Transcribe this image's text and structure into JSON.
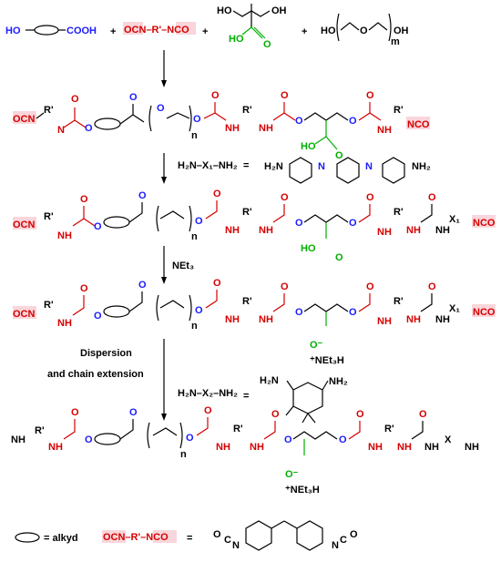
{
  "reactants": {
    "alkyd_acid": {
      "ho": "HO",
      "cooh": "COOH"
    },
    "plus_1": "+",
    "diisocyanate": {
      "text": "OCN–R'–NCO"
    },
    "plus_2": "+",
    "dmpa": {
      "ho_left": "HO",
      "oh_right": "OH",
      "acid": "HO",
      "acid_o": "O"
    },
    "plus_3": "+",
    "peg": {
      "ho": "HO",
      "oh": "OH",
      "m": "m",
      "o": "O"
    }
  },
  "step2": {
    "reagent": "H₂N–X₁–NH₂",
    "equals": "=",
    "product_amine": {
      "left": "H₂N",
      "right": "NH₂",
      "n": "N"
    }
  },
  "step3": {
    "reagent": "NEt₃"
  },
  "step4": {
    "label_line1": "Dispersion",
    "label_line2": "and chain extension",
    "reagent": "H₂N–X₂–NH₂",
    "equals": "=",
    "ipda": {
      "h2n": "H₂N",
      "nh2": "NH₂"
    }
  },
  "prepolymer": {
    "ocn": "OCN",
    "nco": "NCO",
    "r": "R'",
    "r2": "R'",
    "n": "n",
    "acid_h": "HO",
    "acid_o": "O"
  },
  "capped": {
    "ocn": "OCN",
    "nco": "NCO",
    "x": "X₁",
    "n": "n",
    "acid_h": "HO",
    "acid_o": "O"
  },
  "neutralized": {
    "ocn": "OCN",
    "nco": "NCO",
    "x": "X₁",
    "n": "n",
    "carboxylate": "O⁻",
    "counterion": "⁺NEt₃H"
  },
  "final": {
    "start": "NH",
    "x": "X",
    "n": "n",
    "carboxylate": "O⁻",
    "counterion": "⁺NEt₃H"
  },
  "legend": {
    "alkyd_label": "= alkyd",
    "diisocyanate": "OCN–R'–NCO",
    "equals": "=",
    "o_left": "O",
    "c_left": "C",
    "n_left": "N",
    "o_right": "O",
    "c_right": "C",
    "n_right": "N"
  },
  "colors": {
    "ester_blue": "#1a1aff",
    "urethane_red": "#d50000",
    "acid_green": "#00b000",
    "highlight": "#f9d6db"
  }
}
